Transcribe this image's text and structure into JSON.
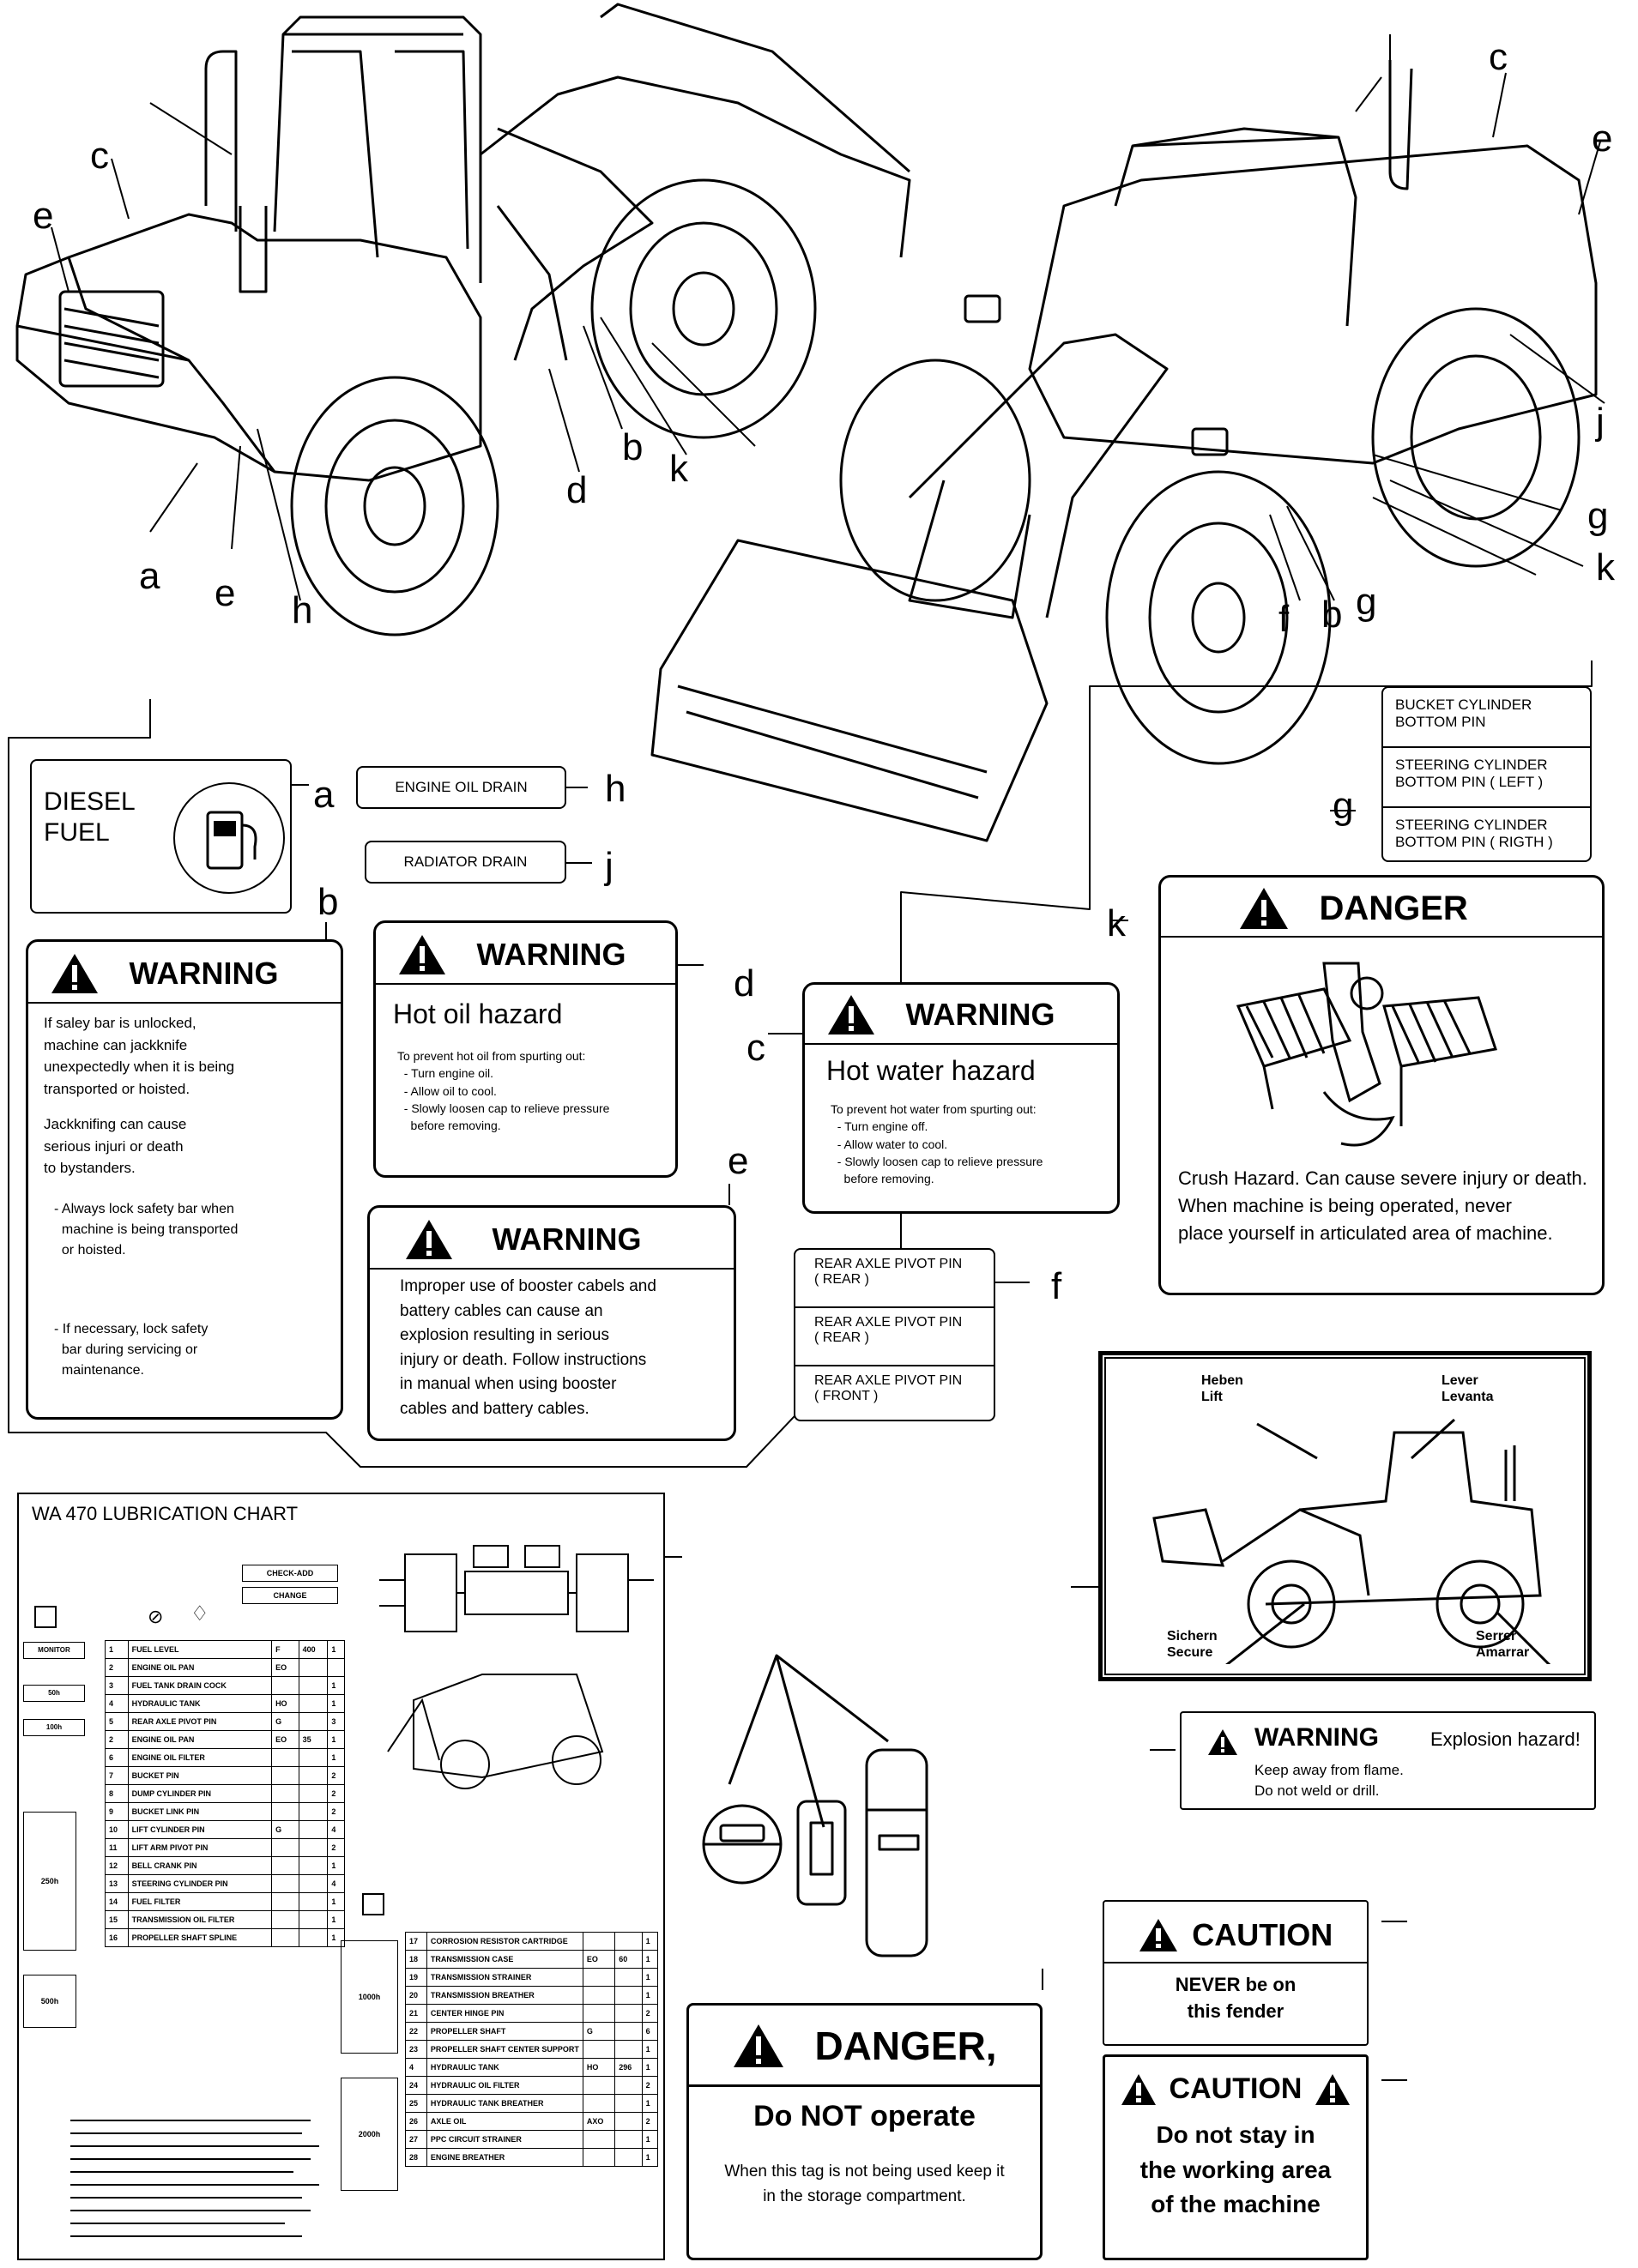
{
  "callouts": {
    "left_machine": [
      "c",
      "e",
      "a",
      "e",
      "h",
      "d",
      "b",
      "k"
    ],
    "right_machine": [
      "c",
      "e",
      "j",
      "g",
      "k",
      "f",
      "b",
      "g"
    ]
  },
  "labels": {
    "a": {
      "letter": "a",
      "line1": "DIESEL",
      "line2": "FUEL",
      "icon": "fuel-pump-icon"
    },
    "h": {
      "letter": "h",
      "text": "ENGINE OIL DRAIN"
    },
    "j": {
      "letter": "j",
      "text": "RADIATOR DRAIN"
    },
    "g": {
      "letter": "g",
      "rows": [
        "BUCKET CYLINDER\nBOTTOM PIN",
        "STEERING CYLINDER\nBOTTOM PIN ( LEFT )",
        "STEERING CYLINDER\nBOTTOM PIN ( RIGTH )"
      ]
    },
    "k": {
      "letter": "k",
      "header": "DANGER",
      "text": "Crush Hazard. Can cause severe injury or death.\nWhen machine is being operated, never\nplace yourself in articulated area of machine."
    },
    "b": {
      "letter": "b",
      "header": "WARNING",
      "p1": "If saley bar is unlocked,\nmachine can jackknife\nunexpectedly when it is being\ntransported or hoisted.",
      "p2": "Jackknifing can cause\nserious injuri or death\nto bystanders.",
      "p3": "- Always lock safety bar when\n  machine is being transported\n  or hoisted.",
      "p4": "- If necessary, lock safety\n  bar during servicing or\n  maintenance."
    },
    "d": {
      "letter": "d",
      "header": "WARNING",
      "title": "Hot oil hazard",
      "text": "To prevent hot oil from spurting out:\n  - Turn engine oil.\n  - Allow oil to cool.\n  - Slowly loosen cap to relieve pressure\n    before removing."
    },
    "c": {
      "letter": "c",
      "header": "WARNING",
      "title": "Hot water hazard",
      "text": "To prevent hot water from spurting out:\n  - Turn engine off.\n  - Allow water to cool.\n  - Slowly loosen cap to relieve pressure\n    before removing."
    },
    "e": {
      "letter": "e",
      "header": "WARNING",
      "text": "Improper use of booster cabels and\nbattery cables can cause an\nexplosion resulting in serious\ninjury or death. Follow instructions\nin manual when using booster\ncables and battery cables."
    },
    "f": {
      "letter": "f",
      "rows": [
        "REAR AXLE PIVOT PIN\n( REAR )",
        "REAR AXLE PIVOT PIN\n( REAR )",
        "REAR AXLE PIVOT PIN\n( FRONT )"
      ]
    }
  },
  "lift_decal": {
    "heben": "Heben",
    "lift": "Lift",
    "lever": "Lever",
    "levanta": "Levanta",
    "sichern": "Sichern",
    "secure": "Secure",
    "serrer": "Serrer",
    "amarrar": "Amarrar"
  },
  "explosion": {
    "header": "WARNING",
    "right": "Explosion hazard!",
    "text": "Keep away from flame.\nDo not weld or drill."
  },
  "caution1": {
    "header": "CAUTION",
    "text": "NEVER be on\nthis fender"
  },
  "caution2": {
    "header": "CAUTION",
    "text": "Do not stay in\nthe working area\nof the machine"
  },
  "danger_tag": {
    "header": "DANGER,",
    "title": "Do NOT operate",
    "text": "When this tag is not being used keep it\nin the storage compartment."
  },
  "lube": {
    "title": "WA 470 LUBRICATION CHART",
    "check_add": "CHECK-ADD",
    "change": "CHANGE",
    "intervals": [
      "MONITOR",
      "50h",
      "100h",
      "250h",
      "500h"
    ],
    "rows1": [
      [
        "1",
        "FUEL LEVEL",
        "F",
        "400",
        "1"
      ],
      [
        "2",
        "ENGINE OIL PAN",
        "EO",
        "",
        ""
      ],
      [
        "3",
        "FUEL TANK DRAIN COCK",
        "",
        "",
        "1"
      ],
      [
        "4",
        "HYDRAULIC TANK",
        "HO",
        "",
        "1"
      ],
      [
        "5",
        "REAR AXLE PIVOT PIN",
        "G",
        "",
        "3"
      ],
      [
        "2",
        "ENGINE OIL PAN",
        "EO",
        "35",
        "1"
      ],
      [
        "6",
        "ENGINE OIL FILTER",
        "",
        "",
        "1"
      ],
      [
        "7",
        "BUCKET PIN",
        "",
        "",
        "2"
      ],
      [
        "8",
        "DUMP CYLINDER PIN",
        "",
        "",
        "2"
      ],
      [
        "9",
        "BUCKET LINK PIN",
        "",
        "",
        "2"
      ],
      [
        "10",
        "LIFT CYLINDER PIN",
        "G",
        "",
        "4"
      ],
      [
        "11",
        "LIFT ARM PIVOT PIN",
        "",
        "",
        "2"
      ],
      [
        "12",
        "BELL CRANK PIN",
        "",
        "",
        "1"
      ],
      [
        "13",
        "STEERING CYLINDER PIN",
        "",
        "",
        "4"
      ],
      [
        "14",
        "FUEL FILTER",
        "",
        "",
        "1"
      ],
      [
        "15",
        "TRANSMISSION OIL FILTER",
        "",
        "",
        "1"
      ],
      [
        "16",
        "PROPELLER SHAFT SPLINE",
        "",
        "",
        "1"
      ]
    ],
    "rows2": [
      [
        "17",
        "CORROSION RESISTOR CARTRIDGE",
        "",
        "",
        "1"
      ],
      [
        "18",
        "TRANSMISSION CASE",
        "EO",
        "60",
        "1"
      ],
      [
        "19",
        "TRANSMISSION STRAINER",
        "",
        "",
        "1"
      ],
      [
        "20",
        "TRANSMISSION BREATHER",
        "",
        "",
        "1"
      ],
      [
        "21",
        "CENTER HINGE PIN",
        "",
        "",
        "2"
      ],
      [
        "22",
        "PROPELLER SHAFT",
        "G",
        "",
        "6"
      ],
      [
        "23",
        "PROPELLER SHAFT CENTER SUPPORT",
        "",
        "",
        "1"
      ],
      [
        "4",
        "HYDRAULIC TANK",
        "HO",
        "296",
        "1"
      ],
      [
        "24",
        "HYDRAULIC OIL FILTER",
        "",
        "",
        "2"
      ],
      [
        "25",
        "HYDRAULIC TANK BREATHER",
        "",
        "",
        "1"
      ],
      [
        "26",
        "AXLE OIL",
        "AXO",
        "",
        "2"
      ],
      [
        "27",
        "PPC CIRCUIT STRAINER",
        "",
        "",
        "1"
      ],
      [
        "28",
        "ENGINE BREATHER",
        "",
        "",
        "1"
      ]
    ],
    "interval2": [
      "1000h",
      "2000h"
    ]
  }
}
